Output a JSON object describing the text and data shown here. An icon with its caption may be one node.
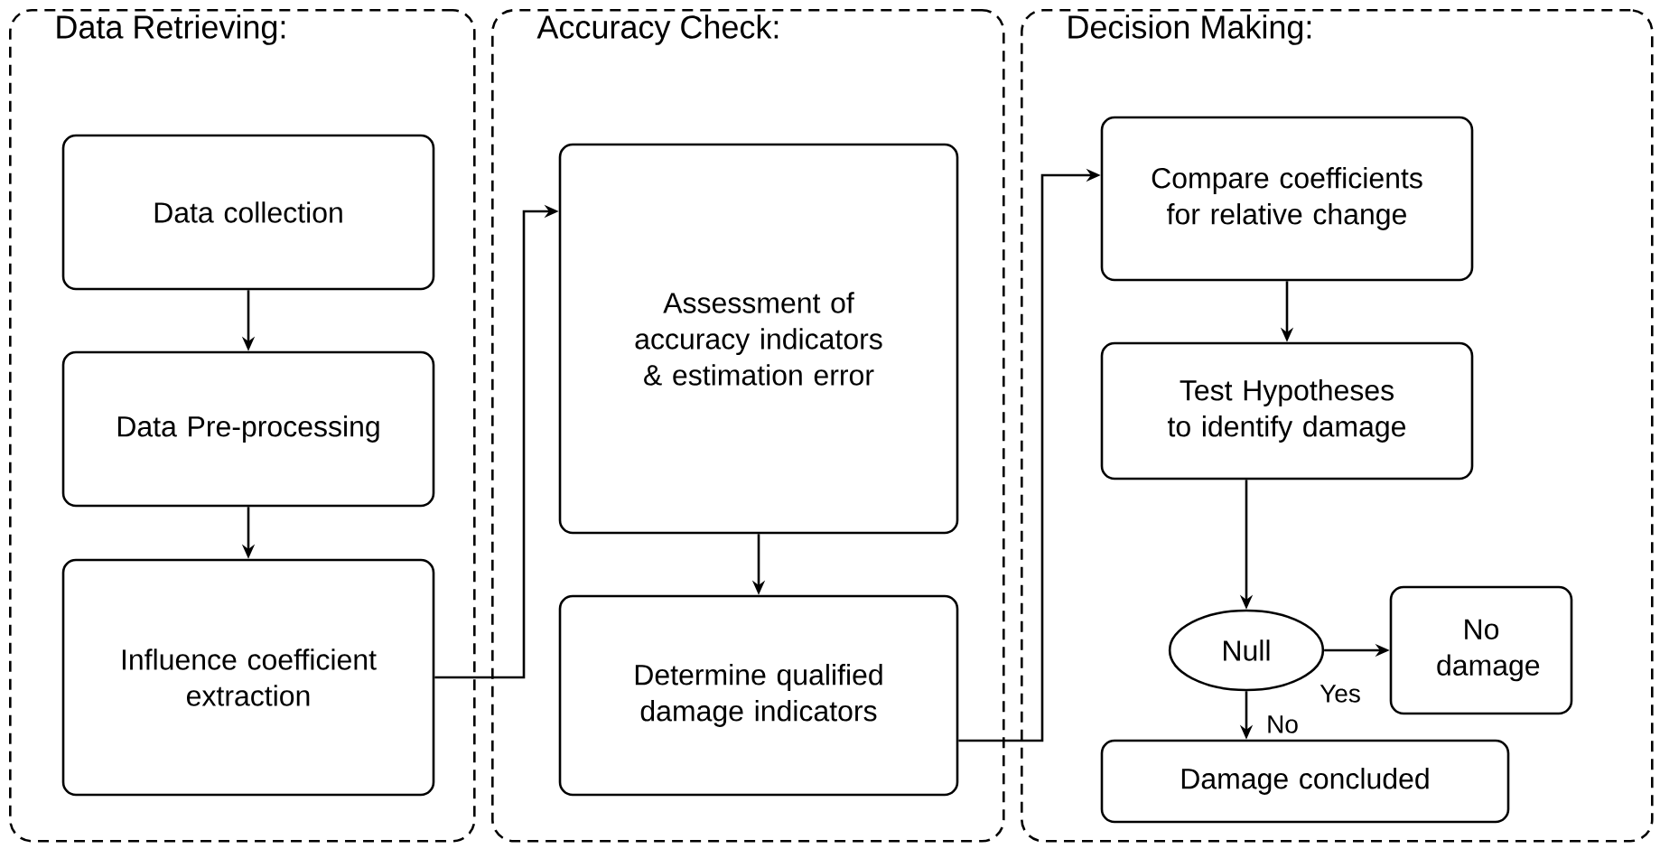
{
  "diagram": {
    "nodes": [
      {
        "text": [
          "Data Retrieving:"
        ]
      },
      {
        "text": [
          "Accuracy Check:"
        ]
      },
      {
        "text": [
          "Decision Making:"
        ]
      },
      {
        "text": [
          "Data collection"
        ],
        "in": 0
      },
      {
        "text": [
          "Data Pre-processing"
        ],
        "in": 0
      },
      {
        "text": [
          "Influence coefficient extraction"
        ],
        "in": 0
      },
      {
        "text": [
          "Assessment of accuracy indicators & estimation error"
        ],
        "in": 1
      },
      {
        "text": [
          "Determine qualified damage indicators"
        ],
        "in": 1
      },
      {
        "text": [
          "Compare coefficients for relative change"
        ],
        "in": 2
      },
      {
        "text": [
          "Test Hypotheses to identify damage"
        ],
        "in": 2
      },
      {
        "text": [
          "Null"
        ],
        "in": 2
      },
      {
        "text": [
          "No damage"
        ],
        "in": 2
      },
      {
        "text": [
          "Damage concluded"
        ],
        "in": 2
      }
    ],
    "edges": [
      {
        "from": 3,
        "to": 4,
        "arrow": "to"
      },
      {
        "from": 4,
        "to": 5,
        "arrow": "to"
      },
      {
        "from": 5,
        "to": 6,
        "arrow": "to"
      },
      {
        "from": 6,
        "to": 7,
        "arrow": "to"
      },
      {
        "from": 7,
        "to": 8,
        "arrow": "to"
      },
      {
        "from": 8,
        "to": 9,
        "arrow": "to"
      },
      {
        "from": 9,
        "to": 10,
        "arrow": "to"
      },
      {
        "from": 10,
        "to": 11,
        "arrow": "to",
        "label": "Yes"
      },
      {
        "from": 10,
        "to": 12,
        "arrow": "to",
        "label": "No"
      }
    ]
  }
}
